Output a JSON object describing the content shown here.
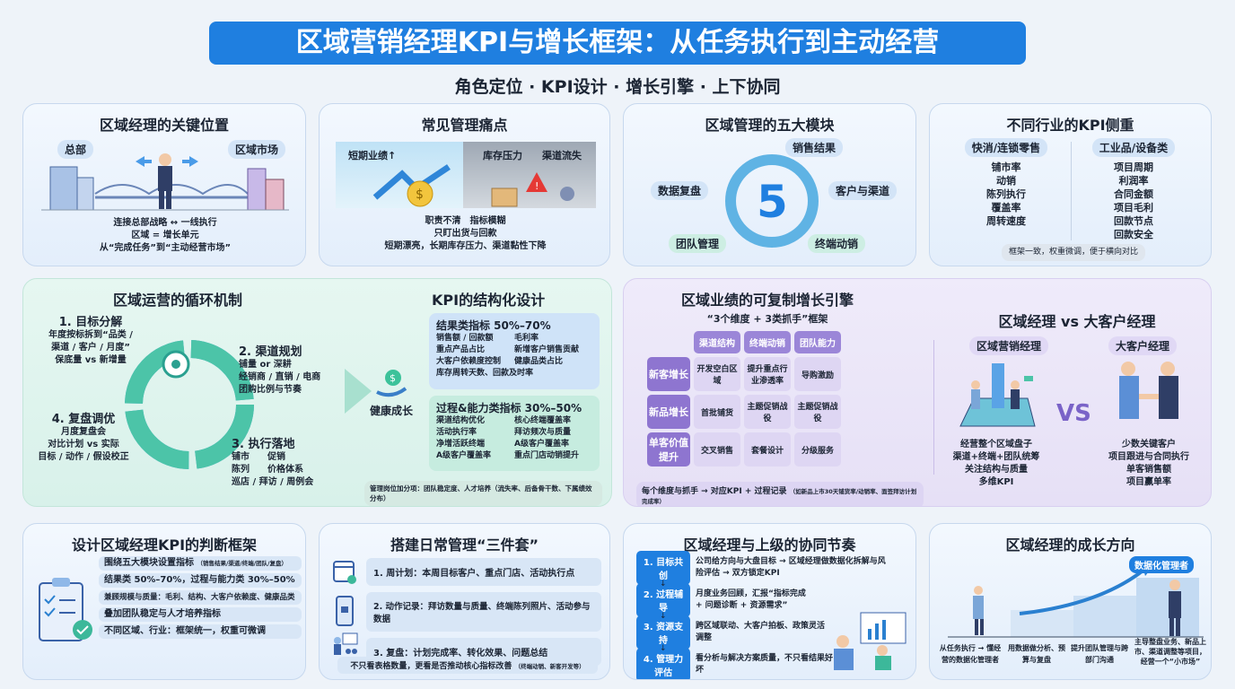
{
  "header": {
    "title": "区域营销经理KPI与增长框架：从任务执行到主动经营",
    "subtitle": "角色定位 · KPI设计 · 增长引擎 · 上下协同"
  },
  "colors": {
    "banner": "#1f7fe0",
    "green_panel": "#e0f4ee",
    "purple_panel": "#ebe6f8",
    "accent_purple": "#8e75d0"
  },
  "position": {
    "title": "区域经理的关键位置",
    "left_label": "总部",
    "right_label": "区域市场",
    "lines": [
      "连接总部战略 ↔ 一线执行",
      "区域 = 增长单元",
      "从“完成任务”到“主动经营市场”"
    ]
  },
  "pain": {
    "title": "常见管理痛点",
    "left_label": "短期业绩↑",
    "right_labels": [
      "库存压力",
      "渠道流失"
    ],
    "lines": [
      "职责不清　指标模糊",
      "只盯出货与回款",
      "短期漂亮，长期库存压力、渠道黏性下降"
    ]
  },
  "modules": {
    "title": "区域管理的五大模块",
    "center": "5",
    "items": [
      "销售结果",
      "客户与渠道",
      "终端动销",
      "团队管理",
      "数据复盘"
    ]
  },
  "industry": {
    "title": "不同行业的KPI侧重",
    "left": {
      "label": "快消/连锁零售",
      "items": [
        "铺市率",
        "动销",
        "陈列执行",
        "覆盖率",
        "周转速度"
      ]
    },
    "right": {
      "label": "工业品/设备类",
      "items": [
        "项目周期",
        "利润率",
        "合同金额",
        "项目毛利",
        "回款节点",
        "回款安全"
      ]
    },
    "note": "框架一致，权重微调，便于横向对比"
  },
  "cycle": {
    "title": "区域运营的循环机制",
    "steps": [
      {
        "title": "1. 目标分解",
        "lines": [
          "年度按标拆到“品类 /",
          "渠道 / 客户 / 月度”",
          "保底量 vs 新增量"
        ]
      },
      {
        "title": "2. 渠道规划",
        "lines": [
          "铺量 or 深耕",
          "经销商 / 直销 / 电商",
          "团购比例与节奏"
        ]
      },
      {
        "title": "3. 执行落地",
        "lines": [
          "铺市　　促销",
          "陈列　　价格体系",
          "巡店 / 拜访 / 周例会"
        ]
      },
      {
        "title": "4. 复盘调优",
        "lines": [
          "月度复盘会",
          "对比计划 vs 实际",
          "目标 / 动作 / 假设校正"
        ]
      }
    ]
  },
  "kpi": {
    "title": "KPI的结构化设计",
    "center": "健康成长",
    "result": {
      "title": "结果类指标 50%–70%",
      "items": [
        "销售额 / 回款额",
        "毛利率",
        "重点产品占比",
        "新增客户销售贡献",
        "大客户依赖度控制",
        "健康品类占比",
        "库存周转天数、回款及时率"
      ]
    },
    "process": {
      "title": "过程&能力类指标 30%–50%",
      "items": [
        "渠道结构优化",
        "核心终端覆盖率",
        "活动执行率",
        "拜访频次与质量",
        "净增活跃终端",
        "A级客户覆盖率",
        "A级客户覆盖率",
        "重点门店动销提升"
      ]
    },
    "bonus": "管理岗位加分项：团队稳定度、人才培养（流失率、后备骨干数、下属绩效分布）"
  },
  "engine": {
    "title": "区域业绩的可复制增长引擎",
    "subtitle": "“3个维度 + 3类抓手”框架",
    "cols": [
      "渠道结构",
      "终端动销",
      "团队能力"
    ],
    "rows": [
      {
        "label": "新客增长",
        "cells": [
          "开发空白区域",
          "提升重点行业渗透率",
          "导购激励"
        ]
      },
      {
        "label": "新品增长",
        "cells": [
          "首批铺货",
          "主题促销战役",
          "主题促销战役"
        ]
      },
      {
        "label": "单客价值提升",
        "cells": [
          "交叉销售",
          "套餐设计",
          "分级服务"
        ]
      }
    ],
    "note": "每个维度与抓手 → 对应KPI + 过程记录",
    "note_small": "（如新品上市30天铺货率/动销率、面签拜访计划完成率）"
  },
  "versus": {
    "title": "区域经理 vs 大客户经理",
    "left": {
      "label": "区域营销经理",
      "lines": [
        "经营整个区域盘子",
        "渠道+终端+团队统筹",
        "关注结构与质量",
        "多维KPI"
      ]
    },
    "vs": "VS",
    "right": {
      "label": "大客户经理",
      "lines": [
        "少数关键客户",
        "项目跟进与合同执行",
        "单客销售额",
        "项目赢单率"
      ]
    }
  },
  "judge": {
    "title": "设计区域经理KPI的判断框架",
    "items": [
      {
        "main": "围绕五大模块设置指标",
        "small": "（销售结果/渠道/终端/团队/复盘）"
      },
      {
        "main": "结果类 50%–70%，过程与能力类 30%–50%",
        "small": ""
      },
      {
        "main": "兼顾规模与质量：毛利、结构、大客户依赖度、健康品类",
        "small": ""
      },
      {
        "main": "叠加团队稳定与人才培养指标",
        "small": ""
      },
      {
        "main": "不同区域、行业：框架统一，权重可微调",
        "small": ""
      }
    ]
  },
  "daily": {
    "title": "搭建日常管理“三件套”",
    "items": [
      "1. 周计划：本周目标客户、重点门店、活动执行点",
      "2. 动作记录：拜访数量与质量、终端陈列照片、活动参与数据",
      "3. 复盘：计划完成率、转化效果、问题总结"
    ],
    "note": "不只看表格数量，更看是否推动核心指标改善",
    "note_small": "（终端动销、新客开发等）"
  },
  "sync": {
    "title": "区域经理与上级的协同节奏",
    "steps": [
      {
        "label": "1. 目标共创",
        "text": "公司给方向与大盘目标 → 区域经理做数据化拆解与风险评估 → 双方锁定KPI"
      },
      {
        "label": "2. 过程辅导",
        "text": "月度业务回顾，汇报“指标完成 + 问题诊断 + 资源需求”"
      },
      {
        "label": "3. 资源支持",
        "text": "跨区域联动、大客户拍板、政策灵活调整"
      },
      {
        "label": "4. 管理力评估",
        "text": "看分析与解决方案质量，不只看结果好坏"
      }
    ]
  },
  "growth": {
    "title": "区域经理的成长方向",
    "badge": "数据化管理者",
    "stages": [
      "从任务执行 → 懂经营的数据化管理者",
      "用数据做分析、预算与复盘",
      "提升团队管理与跨部门沟通",
      "主导整盘业务、新品上市、渠道调整等项目，经营一个“小市场”"
    ]
  }
}
